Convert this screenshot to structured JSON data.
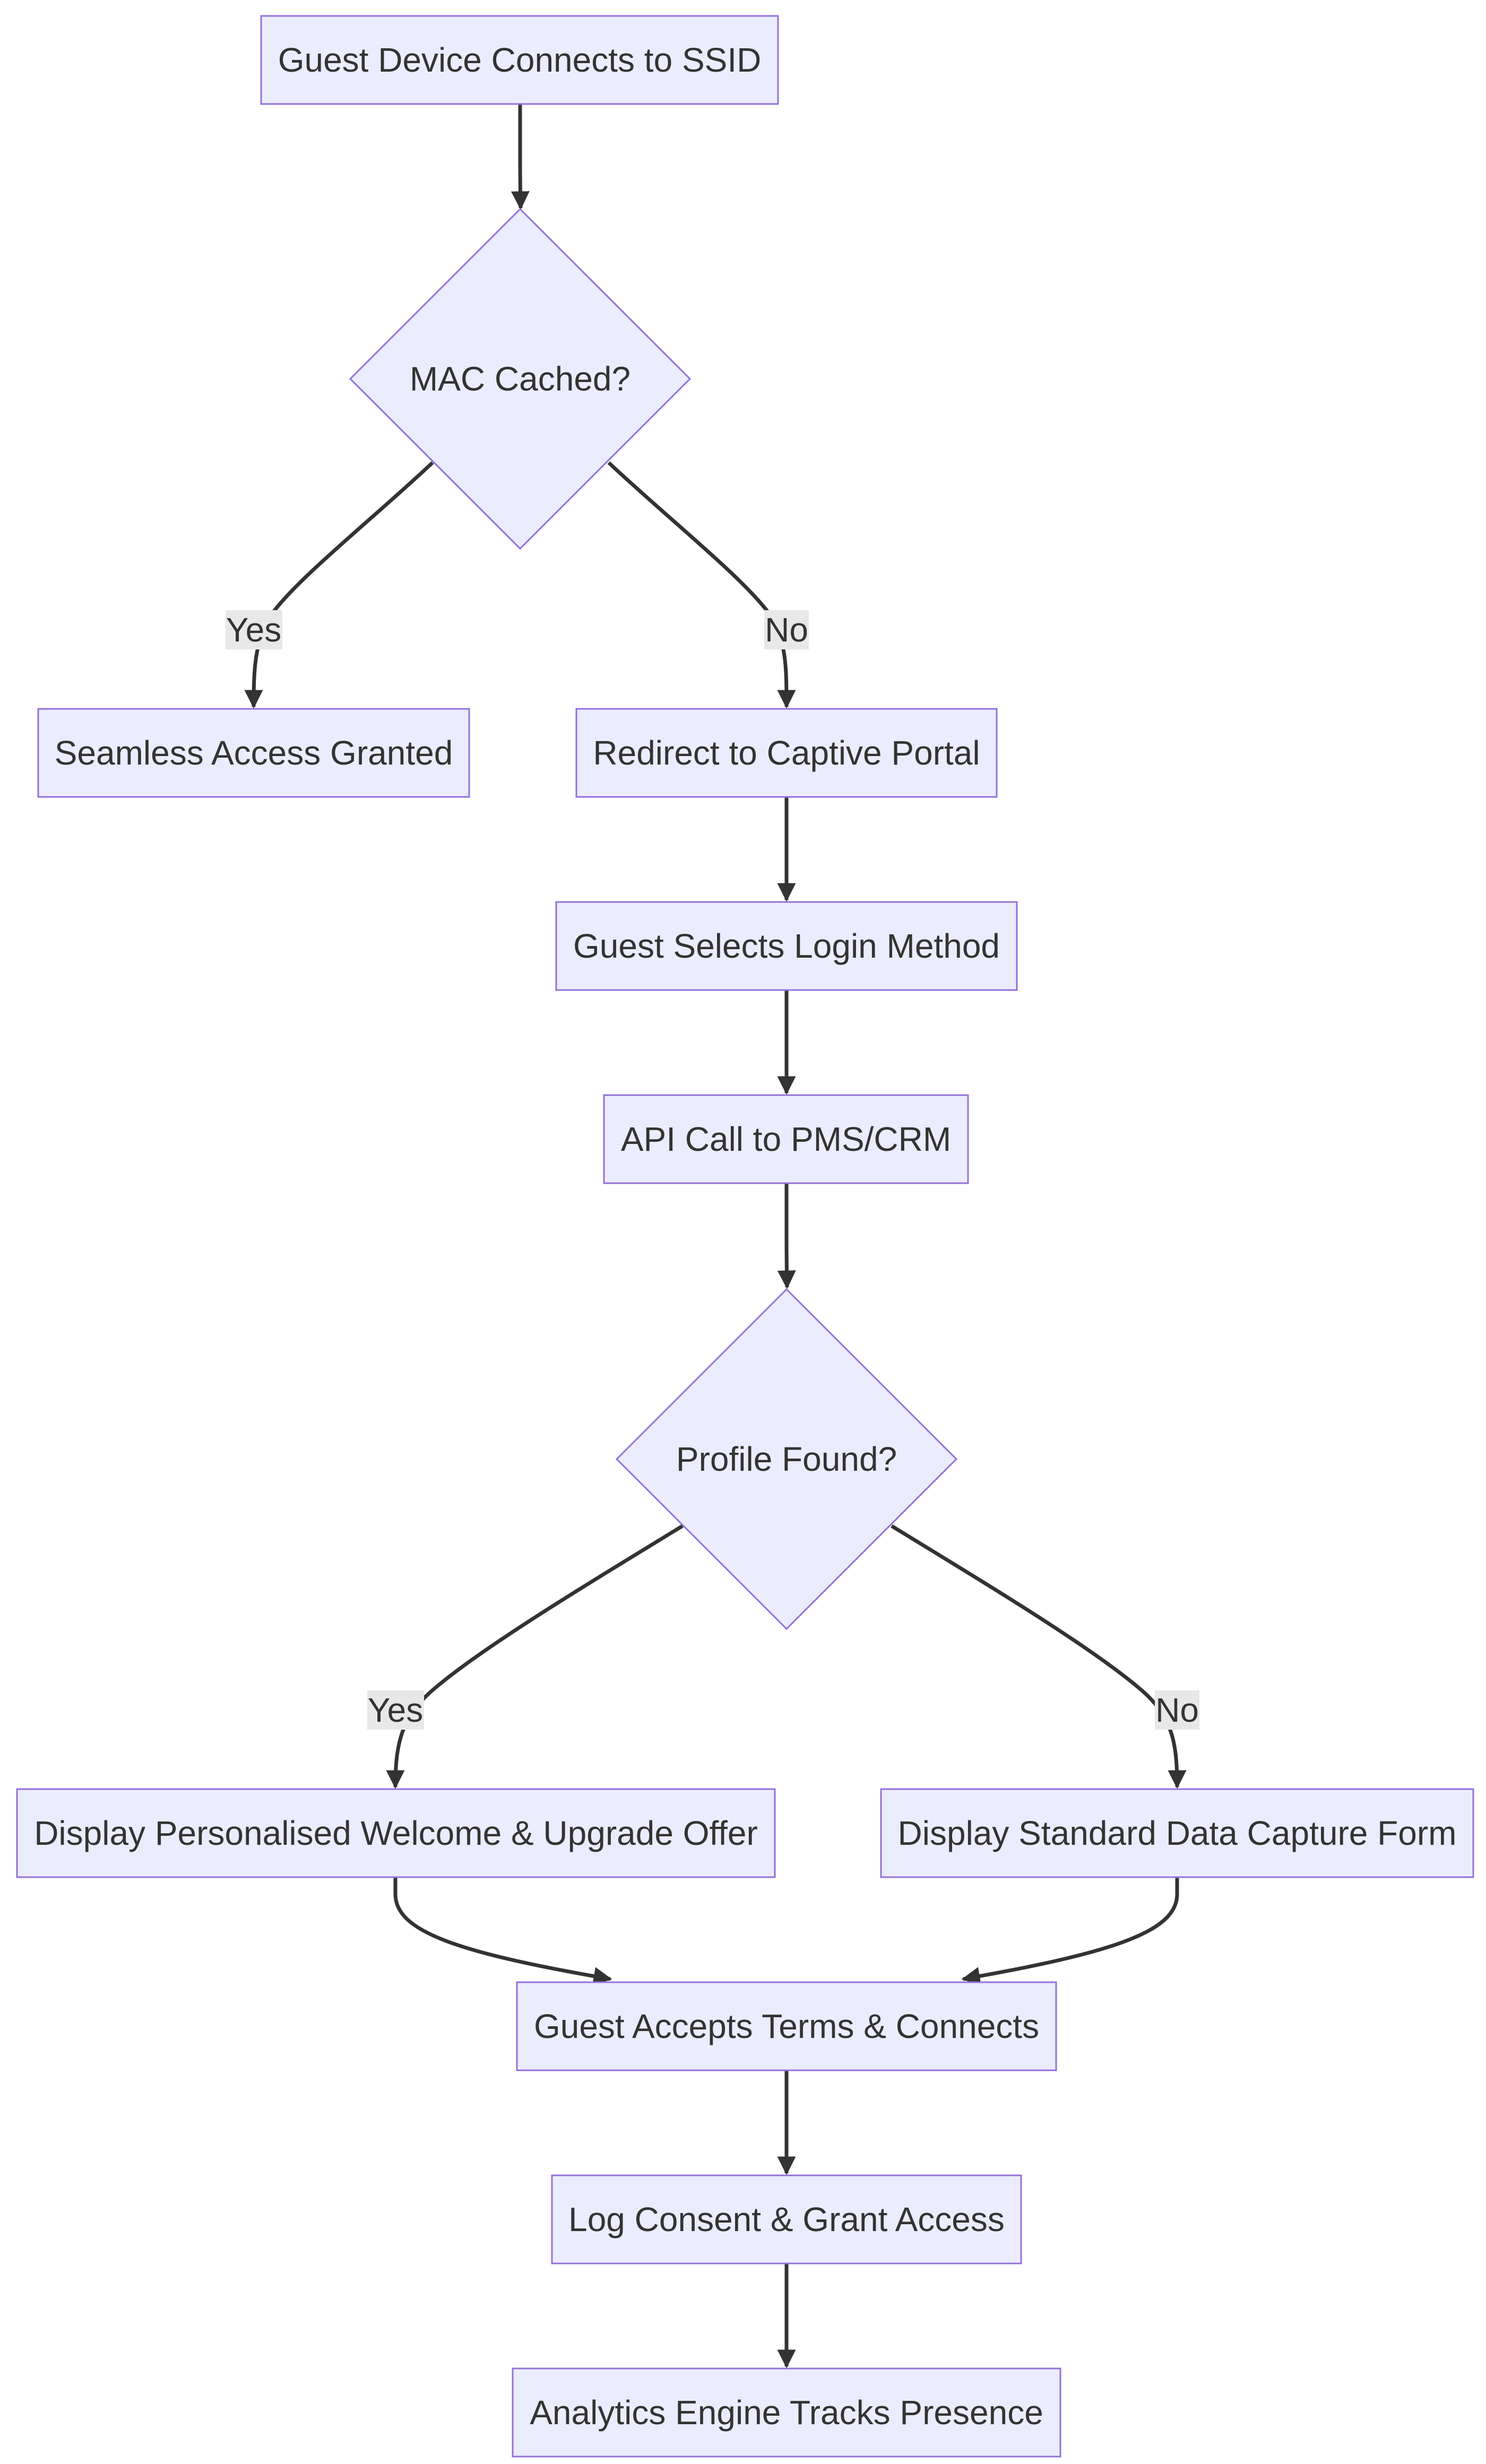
{
  "nodes": {
    "connect": "Guest Device Connects to SSID",
    "mac_cached": "MAC Cached?",
    "seamless": "Seamless Access Granted",
    "redirect": "Redirect to Captive Portal",
    "login_method": "Guest Selects Login Method",
    "api_call": "API Call to PMS/CRM",
    "profile_found": "Profile Found?",
    "personalised": "Display Personalised Welcome & Upgrade Offer",
    "standard_form": "Display Standard Data Capture Form",
    "accept_terms": "Guest Accepts Terms & Connects",
    "log_consent": "Log Consent & Grant Access",
    "analytics": "Analytics Engine Tracks Presence"
  },
  "edge_labels": {
    "mac_yes": "Yes",
    "mac_no": "No",
    "profile_yes": "Yes",
    "profile_no": "No"
  },
  "colors": {
    "node_fill": "#ececff",
    "node_stroke": "#9370db",
    "edge": "#333333",
    "text": "#333333",
    "edge_label_bg": "#e8e8e8"
  }
}
